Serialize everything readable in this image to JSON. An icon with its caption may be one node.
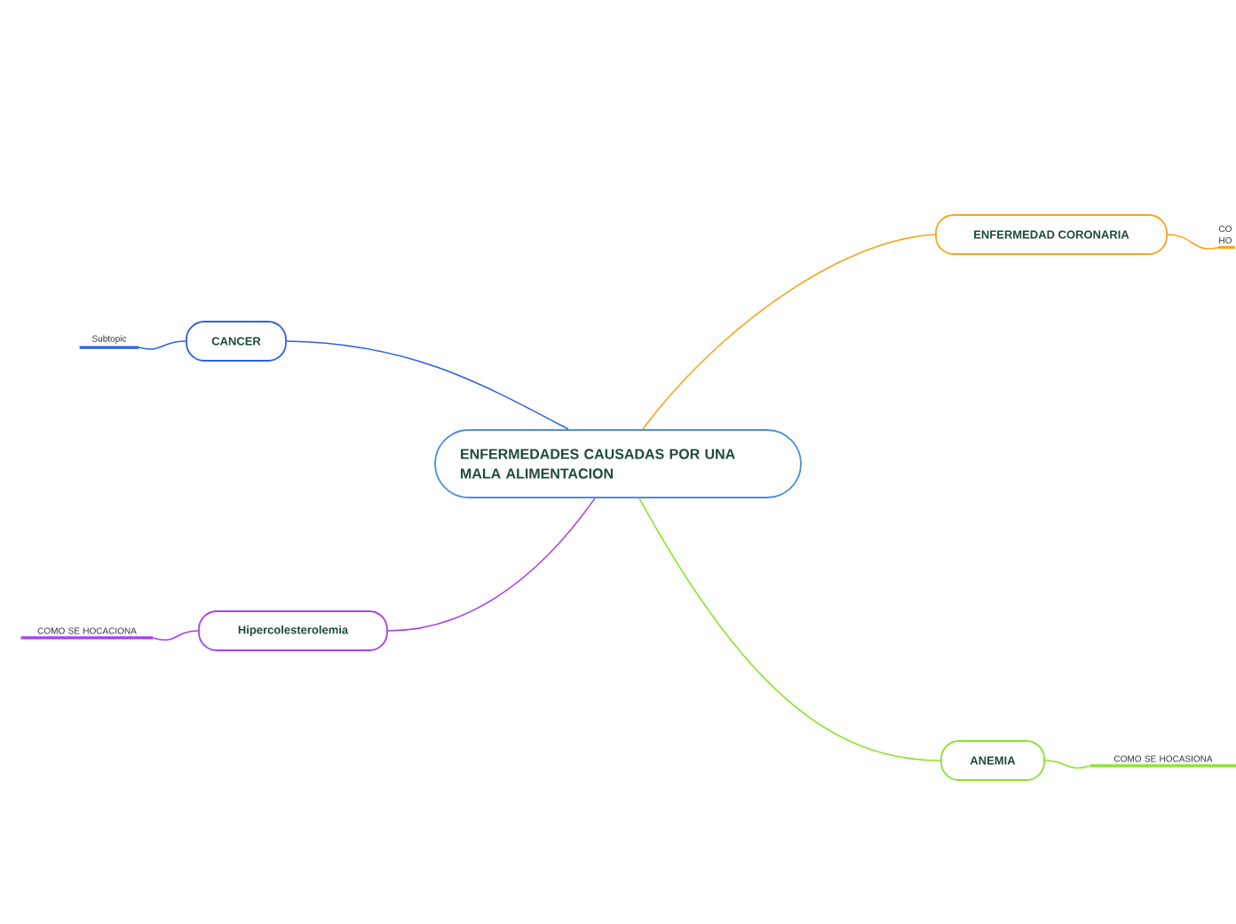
{
  "diagram": {
    "nodes": [
      {
        "text": [
          "ENFERMEDADES CAUSADAS POR UNA MALA ALIMENTACION"
        ]
      },
      {
        "text": [
          "ENFERMEDAD CORONARIA"
        ]
      },
      {
        "text": [
          "CO HO"
        ]
      },
      {
        "text": [
          "CANCER"
        ]
      },
      {
        "text": [
          "Subtopic"
        ]
      },
      {
        "text": [
          "Hipercolesterolemia"
        ]
      },
      {
        "text": [
          "COMO SE HOCACIONA"
        ]
      },
      {
        "text": [
          "ANEMIA"
        ]
      },
      {
        "text": [
          "COMO SE HOCASIONA"
        ]
      }
    ],
    "edges": [
      {
        "from": 0,
        "to": 1,
        "arrow": "none",
        "color": "#f9a31b"
      },
      {
        "from": 1,
        "to": 2,
        "arrow": "none",
        "color": "#f9a31b"
      },
      {
        "from": 0,
        "to": 3,
        "arrow": "none",
        "color": "#2f5fe8"
      },
      {
        "from": 3,
        "to": 4,
        "arrow": "none",
        "color": "#2f5fe8"
      },
      {
        "from": 0,
        "to": 5,
        "arrow": "none",
        "color": "#a63ff0"
      },
      {
        "from": 5,
        "to": 6,
        "arrow": "none",
        "color": "#a63ff0"
      },
      {
        "from": 0,
        "to": 7,
        "arrow": "none",
        "color": "#88e52a"
      },
      {
        "from": 7,
        "to": 8,
        "arrow": "none",
        "color": "#88e52a"
      }
    ]
  }
}
